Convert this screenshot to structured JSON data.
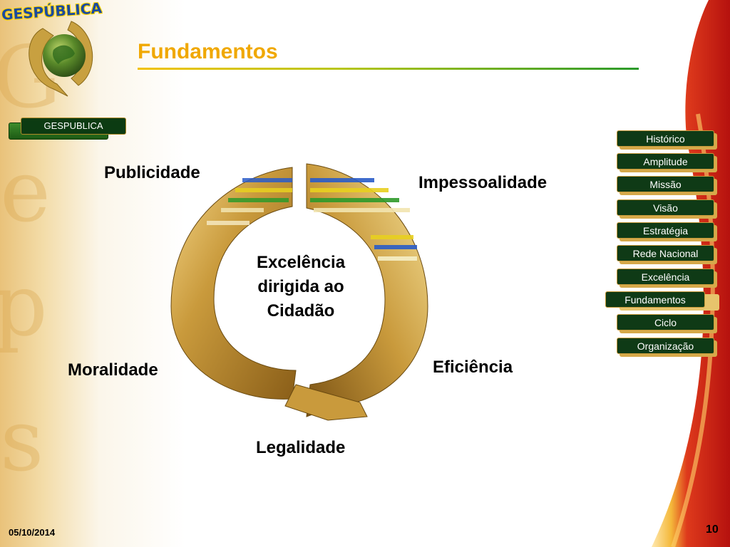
{
  "slide": {
    "title": "Fundamentos",
    "date": "05/10/2014",
    "page_number": "10"
  },
  "logo": {
    "text": "GESPÚBLICA"
  },
  "section_tab": {
    "label": "GESPUBLICA"
  },
  "nav": {
    "items": [
      {
        "label": "Histórico",
        "active": false
      },
      {
        "label": "Amplitude",
        "active": false
      },
      {
        "label": "Missão",
        "active": false
      },
      {
        "label": "Visão",
        "active": false
      },
      {
        "label": "Estratégia",
        "active": false
      },
      {
        "label": "Rede Nacional",
        "active": false
      },
      {
        "label": "Excelência",
        "active": false
      },
      {
        "label": "Fundamentos",
        "active": true
      },
      {
        "label": "Ciclo",
        "active": false
      },
      {
        "label": "Organização",
        "active": false
      }
    ]
  },
  "diagram": {
    "center": [
      "Excelência",
      "dirigida ao",
      "Cidadão"
    ],
    "principles": {
      "top_left": "Publicidade",
      "top_right": "Impessoalidade",
      "bottom_left": "Moralidade",
      "bottom_right": "Eficiência",
      "bottom": "Legalidade"
    }
  },
  "colors": {
    "title": "#f0a800",
    "nav_button": "#0f3a16",
    "gold": "#c79a3a",
    "red_band": "#c8181a"
  }
}
